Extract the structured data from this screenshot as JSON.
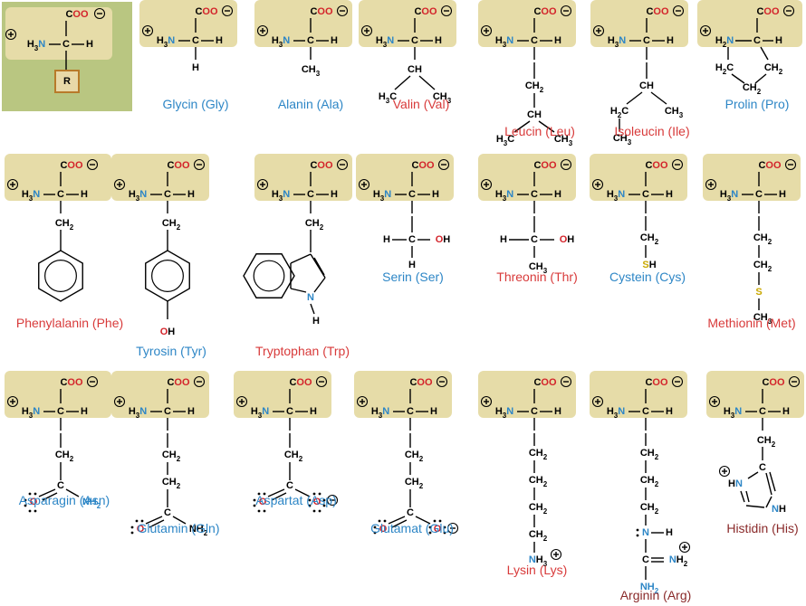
{
  "colors": {
    "background_box": "#e6dca8",
    "legend_panel": "#b9c681",
    "blue_label": "#2d86c6",
    "red_label": "#d83a3a",
    "maroon_label": "#8a2a2a",
    "oxygen": "#d3232a",
    "nitrogen": "#2d86c6",
    "sulfur": "#c9a800",
    "bond": "#000000"
  },
  "legend": {
    "side_chain_symbol": "R"
  },
  "common": {
    "carboxylate": "COO",
    "amine": "H3N",
    "h": "H",
    "c": "C",
    "charge_minus": "−",
    "charge_plus": "+"
  },
  "amino_acids": [
    {
      "id": "gly",
      "name": "Glycin (Gly)",
      "class": "blue"
    },
    {
      "id": "ala",
      "name": "Alanin (Ala)",
      "class": "blue"
    },
    {
      "id": "val",
      "name": "Valin (Val)",
      "class": "red"
    },
    {
      "id": "leu",
      "name": "Leucin (Leu)",
      "class": "red"
    },
    {
      "id": "ile",
      "name": "Isoleucin (Ile)",
      "class": "red"
    },
    {
      "id": "pro",
      "name": "Prolin (Pro)",
      "class": "blue"
    },
    {
      "id": "phe",
      "name": "Phenylalanin (Phe)",
      "class": "red"
    },
    {
      "id": "tyr",
      "name": "Tyrosin (Tyr)",
      "class": "blue"
    },
    {
      "id": "trp",
      "name": "Tryptophan (Trp)",
      "class": "red"
    },
    {
      "id": "ser",
      "name": "Serin (Ser)",
      "class": "blue"
    },
    {
      "id": "thr",
      "name": "Threonin (Thr)",
      "class": "red"
    },
    {
      "id": "cys",
      "name": "Cystein (Cys)",
      "class": "blue"
    },
    {
      "id": "met",
      "name": "Methionin (Met)",
      "class": "red"
    },
    {
      "id": "asn",
      "name": "Asparagin (Asn)",
      "class": "blue"
    },
    {
      "id": "gln",
      "name": "Glutamin (Gln)",
      "class": "blue"
    },
    {
      "id": "asp",
      "name": "Aspartat (Asp)",
      "class": "blue"
    },
    {
      "id": "glu",
      "name": "Glutamat (Glu)",
      "class": "blue"
    },
    {
      "id": "lys",
      "name": "Lysin (Lys)",
      "class": "red"
    },
    {
      "id": "arg",
      "name": "Arginin (Arg)",
      "class": "maroon"
    },
    {
      "id": "his",
      "name": "Histidin (His)",
      "class": "maroon"
    }
  ]
}
